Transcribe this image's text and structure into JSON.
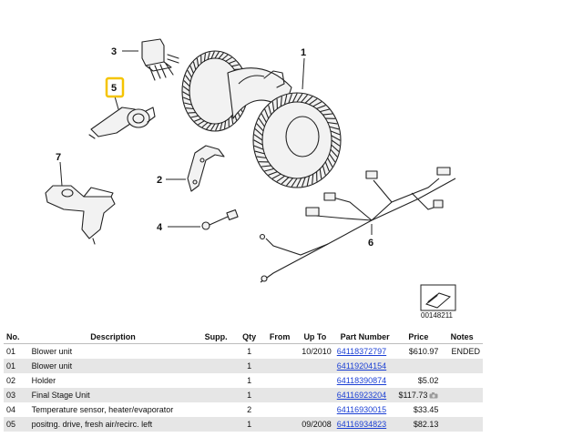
{
  "diagram": {
    "callouts": [
      "1",
      "2",
      "3",
      "4",
      "5",
      "6",
      "7"
    ],
    "highlighted_callout": "5",
    "highlight_color": "#f5c400",
    "reference_id": "00148211"
  },
  "table": {
    "headers": {
      "no": "No.",
      "description": "Description",
      "supp": "Supp.",
      "qty": "Qty",
      "from": "From",
      "upto": "Up To",
      "part": "Part Number",
      "price": "Price",
      "notes": "Notes"
    },
    "link_color": "#1a3fd4",
    "alt_row_color": "#e6e6e6",
    "rows": [
      {
        "no": "01",
        "description": "Blower unit",
        "supp": "",
        "qty": "1",
        "from": "",
        "upto": "10/2010",
        "part": "64118372797",
        "price": "$610.97",
        "notes": "ENDED",
        "camera": ""
      },
      {
        "no": "01",
        "description": "Blower unit",
        "supp": "",
        "qty": "1",
        "from": "",
        "upto": "",
        "part": "64119204154",
        "price": "",
        "notes": "",
        "camera": ""
      },
      {
        "no": "02",
        "description": "Holder",
        "supp": "",
        "qty": "1",
        "from": "",
        "upto": "",
        "part": "64118390874",
        "price": "$5.02",
        "notes": "",
        "camera": ""
      },
      {
        "no": "03",
        "description": "Final Stage Unit",
        "supp": "",
        "qty": "1",
        "from": "",
        "upto": "",
        "part": "64116923204",
        "price": "$117.73",
        "notes": "",
        "camera": "camera-icon"
      },
      {
        "no": "04",
        "description": "Temperature sensor, heater/evaporator",
        "supp": "",
        "qty": "2",
        "from": "",
        "upto": "",
        "part": "64116930015",
        "price": "$33.45",
        "notes": "",
        "camera": ""
      },
      {
        "no": "05",
        "description": "positng. drive, fresh air/recirc. left",
        "supp": "",
        "qty": "1",
        "from": "",
        "upto": "09/2008",
        "part": "64116934823",
        "price": "$82.13",
        "notes": "",
        "camera": ""
      }
    ]
  }
}
